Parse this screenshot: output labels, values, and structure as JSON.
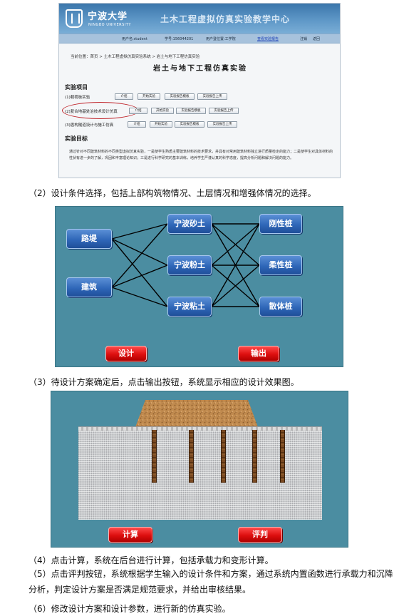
{
  "site": {
    "logo_cn": "宁波大学",
    "logo_en": "NINGBO UNIVERSITY",
    "center_title": "土木工程虚拟仿真实验教学中心",
    "userbar": {
      "username": "用户名:student",
      "student_id": "学号:156044201",
      "location": "用户登位置:工学院",
      "link": "查看实验报告",
      "logout": "注销",
      "back": "返回"
    },
    "breadcrumb": "当前位置：首页 > 土木工程虚拟仿真实验系统 > 岩土与地下工程仿真实验",
    "page_heading": "岩土与地下工程仿真实验",
    "section_items": "实验项目",
    "experiments": [
      {
        "name": "(1)载荷板实验",
        "buttons": [
          "介绍",
          "开始实验",
          "实验报告模板",
          "实验报告上传"
        ]
      },
      {
        "name": "(2)复合地基处治技术设计仿真",
        "buttons": [
          "介绍",
          "开始实验",
          "实验报告模板",
          "实验报告上传"
        ]
      },
      {
        "name": "(3)盾构隧道设计与施工仿真",
        "buttons": [
          "介绍",
          "开始实验",
          "实验报告模板",
          "实验报告上传"
        ]
      }
    ],
    "section_goal": "实验目标",
    "goal_text": "通过针对不同建筑材料的不同类型虚拟仿真实验，一是使学生熟悉主要建筑材料的技术要求，并具有对常用建筑材料独立进行质量检定的能力；二是使学生对具体材料的性状有进一步的了解，巩固和丰富理论知识；三是进行科学研究的基本训练，培养学生严谨认真的科学态度，提高分析问题和解决问题的能力。"
  },
  "caption_2": "（2）设计条件选择，包括上部构筑物情况、土层情况和增强体情况的选择。",
  "design": {
    "left_nodes": [
      "路堤",
      "建筑"
    ],
    "middle_nodes": [
      "宁波砂土",
      "宁波粉土",
      "宁波粘土"
    ],
    "right_nodes": [
      "刚性桩",
      "柔性桩",
      "散体桩"
    ],
    "design_button": "设计",
    "output_button": "输出"
  },
  "caption_3": "（3）待设计方案确定后，点击输出按钮，系统显示相应的设计效果图。",
  "result": {
    "calc_button": "计算",
    "judge_button": "评判"
  },
  "caption_4": "（4）点击计算，系统在后台进行计算，包括承载力和变形计算。",
  "caption_5": "（5）点击评判按钮，系统根据学生输入的设计条件和方案，通过系统内置函数进行承载力和沉降分析，判定设计方案是否满足规范要求，并给出审核结果。",
  "caption_6": "（6）修改设计方案和设计参数，进行新的仿真实验。",
  "colors": {
    "panel_bg": "#4b8da1",
    "node_blue": "#2f67b8",
    "button_red": "#dd0f0f",
    "banner_blue": "#3b76ab",
    "mark_red": "#c1272d"
  }
}
